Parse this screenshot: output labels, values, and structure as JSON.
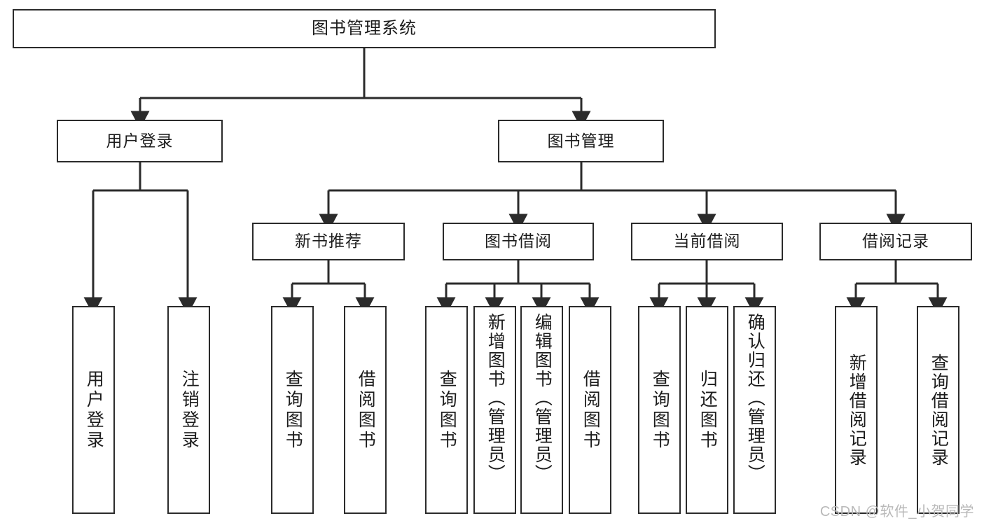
{
  "diagram": {
    "title": "图书管理系统",
    "type": "hierarchy-tree",
    "watermark": "CSDN @软件_小贺同学",
    "colors": {
      "stroke": "#2b2b2b",
      "fill": "#ffffff",
      "text": "#1c1c1c",
      "watermark": "#b9b9b9"
    },
    "nodes": {
      "root": {
        "label": "图书管理系统"
      },
      "level2": [
        {
          "id": "user-login",
          "label": "用户登录"
        },
        {
          "id": "book-manage",
          "label": "图书管理"
        }
      ],
      "level3": [
        {
          "id": "new-book-recommend",
          "label": "新书推荐"
        },
        {
          "id": "book-borrow",
          "label": "图书借阅"
        },
        {
          "id": "current-borrow",
          "label": "当前借阅"
        },
        {
          "id": "borrow-record",
          "label": "借阅记录"
        }
      ],
      "leaves": [
        {
          "id": "leaf-user-login",
          "label": "用户登录",
          "parent": "user-login"
        },
        {
          "id": "leaf-logout",
          "label": "注销登录",
          "parent": "user-login"
        },
        {
          "id": "leaf-query-book-1",
          "label": "查询图书",
          "parent": "new-book-recommend"
        },
        {
          "id": "leaf-borrow-book-1",
          "label": "借阅图书",
          "parent": "new-book-recommend"
        },
        {
          "id": "leaf-query-book-2",
          "label": "查询图书",
          "parent": "book-borrow"
        },
        {
          "id": "leaf-add-book",
          "label": "新增图书（管理员）",
          "parent": "book-borrow"
        },
        {
          "id": "leaf-edit-book",
          "label": "编辑图书（管理员）",
          "parent": "book-borrow"
        },
        {
          "id": "leaf-borrow-book-2",
          "label": "借阅图书",
          "parent": "book-borrow"
        },
        {
          "id": "leaf-query-book-3",
          "label": "查询图书",
          "parent": "current-borrow"
        },
        {
          "id": "leaf-return-book",
          "label": "归还图书",
          "parent": "current-borrow"
        },
        {
          "id": "leaf-confirm-return",
          "label": "确认归还（管理员）",
          "parent": "current-borrow"
        },
        {
          "id": "leaf-add-record",
          "label": "新增借阅记录",
          "parent": "borrow-record"
        },
        {
          "id": "leaf-query-record",
          "label": "查询借阅记录",
          "parent": "borrow-record"
        }
      ]
    }
  }
}
